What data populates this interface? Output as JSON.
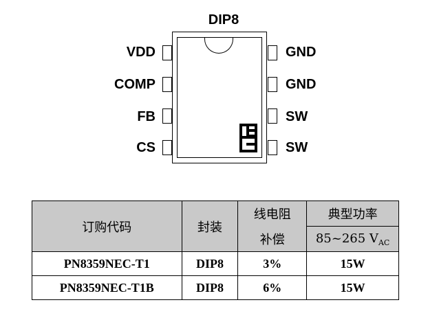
{
  "package": {
    "title": "DIP8",
    "left_pins": [
      "VDD",
      "COMP",
      "FB",
      "CS"
    ],
    "right_pins": [
      "GND",
      "GND",
      "SW",
      "SW"
    ],
    "logo": "company-logo"
  },
  "order_table": {
    "headers": {
      "part": "订购代码",
      "package": "封装",
      "compensation_line1": "线电阻",
      "compensation_line2": "补偿",
      "power": "典型功率",
      "voltage_range": "85~265 V",
      "voltage_sub": "AC"
    },
    "rows": [
      [
        "PN8359NEC-T1",
        "DIP8",
        "3%",
        "15W"
      ],
      [
        "PN8359NEC-T1B",
        "DIP8",
        "6%",
        "15W"
      ]
    ]
  }
}
